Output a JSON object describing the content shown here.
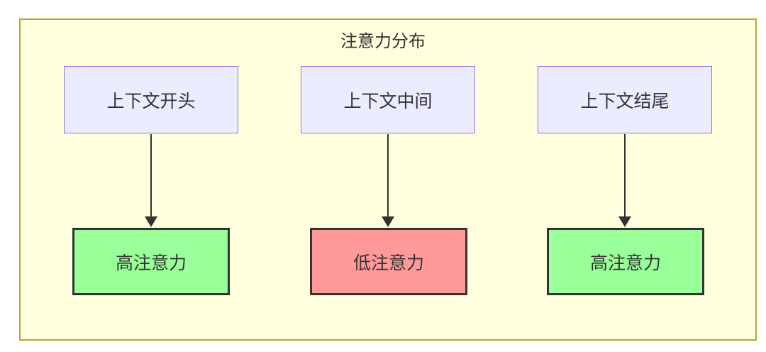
{
  "diagram": {
    "title": "注意力分布",
    "columns": [
      {
        "source": {
          "label": "上下文开头"
        },
        "arrow": {
          "direction": "down"
        },
        "result": {
          "label": "高注意力",
          "level": "high"
        }
      },
      {
        "source": {
          "label": "上下文中间"
        },
        "arrow": {
          "direction": "down"
        },
        "result": {
          "label": "低注意力",
          "level": "low"
        }
      },
      {
        "source": {
          "label": "上下文结尾"
        },
        "arrow": {
          "direction": "down"
        },
        "result": {
          "label": "高注意力",
          "level": "high"
        }
      }
    ],
    "colors": {
      "container_bg": "#ffffde",
      "container_border": "#aaaa33",
      "source_bg": "#ececff",
      "source_border": "#9370db",
      "high_attention_bg": "#99ff99",
      "low_attention_bg": "#ff9999",
      "result_border": "#333333",
      "arrow": "#333333",
      "text": "#333333"
    }
  }
}
